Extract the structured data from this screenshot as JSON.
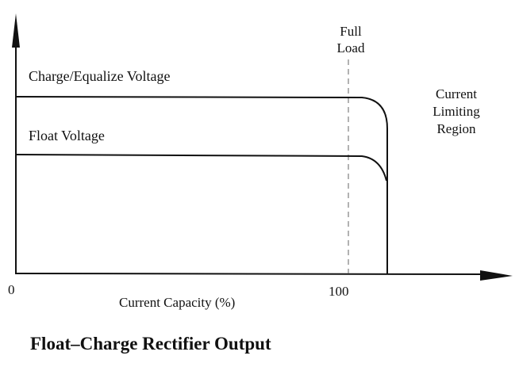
{
  "chart_data": {
    "type": "line",
    "title": "Float–Charge Rectifier Output",
    "xlabel": "Current Capacity (%)",
    "ylabel": "",
    "x_ticks": [
      "0",
      "100"
    ],
    "annotations": {
      "full_load": "Full\nLoad",
      "full_load_line1": "Full",
      "full_load_line2": "Load",
      "current_limit_line1": "Current",
      "current_limit_line2": "Limiting",
      "current_limit_line3": "Region"
    },
    "series": [
      {
        "name": "Charge/Equalize Voltage",
        "description": "constant voltage up to ~103% capacity, then current-limited drop"
      },
      {
        "name": "Float Voltage",
        "description": "constant lower voltage up to ~103% capacity, then current-limited drop"
      }
    ],
    "full_load_x": 100,
    "current_limit_x": 113
  }
}
